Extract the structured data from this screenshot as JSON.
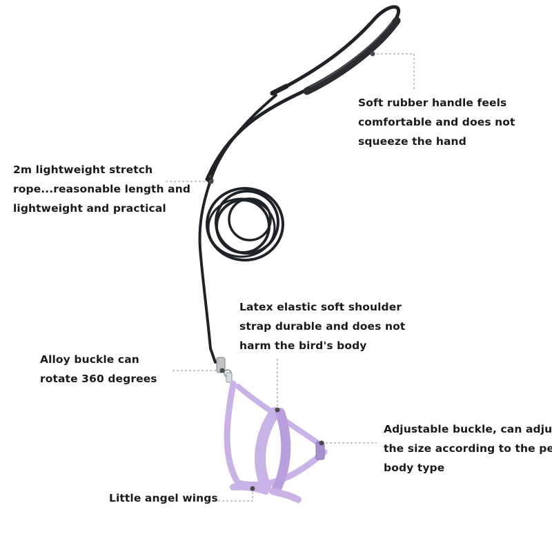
{
  "product": {
    "handle_color": "#2a2c30",
    "rope_color": "#1f2226",
    "harness_color": "#c9b2e6",
    "harness_shade": "#a98fd0",
    "leader_line_color": "#8a8a8a"
  },
  "callouts": {
    "handle": {
      "lines": [
        "Soft rubber handle feels",
        "comfortable and does not",
        "squeeze the hand"
      ]
    },
    "rope": {
      "lines": [
        "2m lightweight stretch",
        "rope...reasonable length and",
        "lightweight and practical"
      ]
    },
    "strap": {
      "lines": [
        "Latex elastic soft shoulder",
        "strap durable and does not",
        "harm the bird's body"
      ]
    },
    "alloy": {
      "lines": [
        "Alloy buckle can",
        "rotate 360 degrees"
      ]
    },
    "adjust": {
      "lines": [
        "Adjustable buckle, can adjust",
        "the size according to the pet's",
        "body type"
      ]
    },
    "wings": {
      "lines": [
        "Little angel wings"
      ]
    }
  }
}
